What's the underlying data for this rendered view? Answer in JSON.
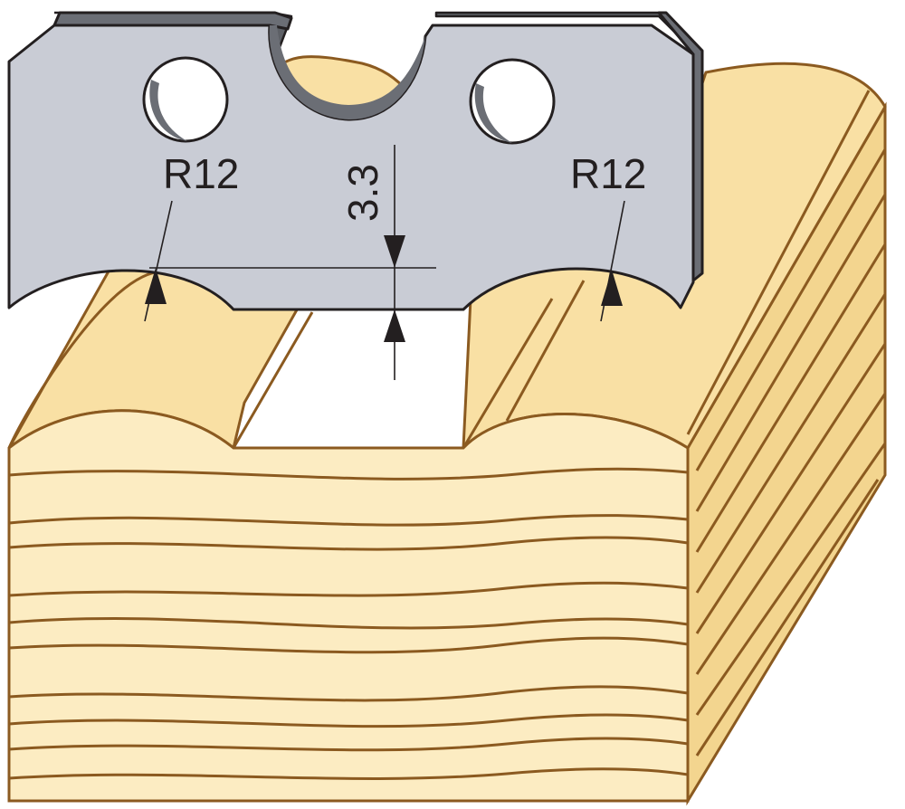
{
  "labels": {
    "radius_left": "R12",
    "radius_right": "R12",
    "depth": "3.3"
  },
  "colors": {
    "wood_front": "#fcecc0",
    "wood_top": "#f9dfa0",
    "wood_side": "#f5d792",
    "wood_grain": "#8b5a20",
    "blade_face": "#c8cbd4",
    "blade_edge": "#6e7178",
    "outline": "#231f20"
  }
}
